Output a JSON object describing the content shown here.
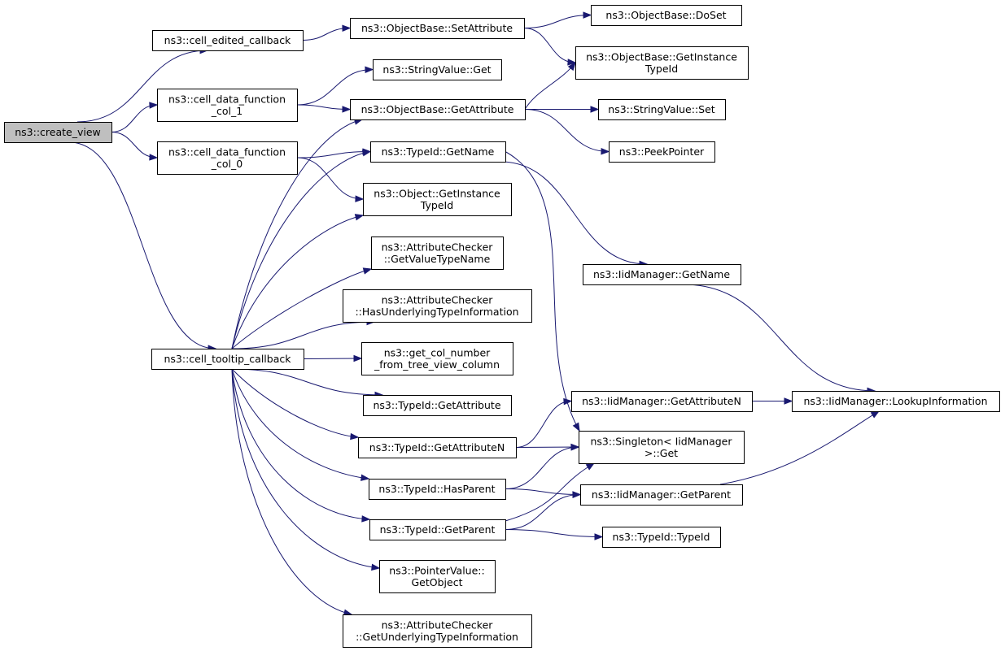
{
  "colors": {
    "edge": "#191970",
    "root_fill": "#bfbfbf",
    "node_fill": "#ffffff",
    "node_border": "#000000"
  },
  "nodes": [
    {
      "id": "create_view",
      "lines": [
        "ns3::create_view"
      ],
      "root": true
    },
    {
      "id": "cell_edited_callback",
      "lines": [
        "ns3::cell_edited_callback"
      ]
    },
    {
      "id": "cell_data_function_col_1",
      "lines": [
        "ns3::cell_data_function",
        "_col_1"
      ]
    },
    {
      "id": "cell_data_function_col_0",
      "lines": [
        "ns3::cell_data_function",
        "_col_0"
      ]
    },
    {
      "id": "cell_tooltip_callback",
      "lines": [
        "ns3::cell_tooltip_callback"
      ]
    },
    {
      "id": "ObjectBase_SetAttribute",
      "lines": [
        "ns3::ObjectBase::SetAttribute"
      ]
    },
    {
      "id": "StringValue_Get",
      "lines": [
        "ns3::StringValue::Get"
      ]
    },
    {
      "id": "ObjectBase_GetAttribute",
      "lines": [
        "ns3::ObjectBase::GetAttribute"
      ]
    },
    {
      "id": "TypeId_GetName",
      "lines": [
        "ns3::TypeId::GetName"
      ]
    },
    {
      "id": "Object_GetInstanceTypeId",
      "lines": [
        "ns3::Object::GetInstance",
        "TypeId"
      ]
    },
    {
      "id": "AttributeChecker_GetValueTypeName",
      "lines": [
        "ns3::AttributeChecker",
        "::GetValueTypeName"
      ]
    },
    {
      "id": "AttributeChecker_HasUnderlyingTypeInformation",
      "lines": [
        "ns3::AttributeChecker",
        "::HasUnderlyingTypeInformation"
      ]
    },
    {
      "id": "get_col_number_from_tree_view_column",
      "lines": [
        "ns3::get_col_number",
        "_from_tree_view_column"
      ]
    },
    {
      "id": "TypeId_GetAttribute",
      "lines": [
        "ns3::TypeId::GetAttribute"
      ]
    },
    {
      "id": "TypeId_GetAttributeN",
      "lines": [
        "ns3::TypeId::GetAttributeN"
      ]
    },
    {
      "id": "TypeId_HasParent",
      "lines": [
        "ns3::TypeId::HasParent"
      ]
    },
    {
      "id": "TypeId_GetParent",
      "lines": [
        "ns3::TypeId::GetParent"
      ]
    },
    {
      "id": "PointerValue_GetObject",
      "lines": [
        "ns3::PointerValue::",
        "GetObject"
      ]
    },
    {
      "id": "AttributeChecker_GetUnderlyingTypeInformation",
      "lines": [
        "ns3::AttributeChecker",
        "::GetUnderlyingTypeInformation"
      ]
    },
    {
      "id": "ObjectBase_DoSet",
      "lines": [
        "ns3::ObjectBase::DoSet"
      ]
    },
    {
      "id": "ObjectBase_GetInstanceTypeId",
      "lines": [
        "ns3::ObjectBase::GetInstance",
        "TypeId"
      ]
    },
    {
      "id": "StringValue_Set",
      "lines": [
        "ns3::StringValue::Set"
      ]
    },
    {
      "id": "PeekPointer",
      "lines": [
        "ns3::PeekPointer"
      ]
    },
    {
      "id": "IidManager_GetName",
      "lines": [
        "ns3::IidManager::GetName"
      ]
    },
    {
      "id": "IidManager_GetAttributeN",
      "lines": [
        "ns3::IidManager::GetAttributeN"
      ]
    },
    {
      "id": "Singleton_IidManager_Get",
      "lines": [
        "ns3::Singleton< IidManager",
        " >::Get"
      ]
    },
    {
      "id": "IidManager_GetParent",
      "lines": [
        "ns3::IidManager::GetParent"
      ]
    },
    {
      "id": "TypeId_TypeId",
      "lines": [
        "ns3::TypeId::TypeId"
      ]
    },
    {
      "id": "IidManager_LookupInformation",
      "lines": [
        "ns3::IidManager::LookupInformation"
      ]
    }
  ],
  "edges": [
    [
      "create_view",
      "cell_edited_callback"
    ],
    [
      "create_view",
      "cell_data_function_col_1"
    ],
    [
      "create_view",
      "cell_data_function_col_0"
    ],
    [
      "create_view",
      "cell_tooltip_callback"
    ],
    [
      "cell_edited_callback",
      "ObjectBase_SetAttribute"
    ],
    [
      "ObjectBase_SetAttribute",
      "ObjectBase_DoSet"
    ],
    [
      "ObjectBase_SetAttribute",
      "ObjectBase_GetInstanceTypeId"
    ],
    [
      "cell_data_function_col_1",
      "StringValue_Get"
    ],
    [
      "cell_data_function_col_1",
      "ObjectBase_GetAttribute"
    ],
    [
      "ObjectBase_GetAttribute",
      "ObjectBase_GetInstanceTypeId"
    ],
    [
      "ObjectBase_GetAttribute",
      "StringValue_Set"
    ],
    [
      "ObjectBase_GetAttribute",
      "PeekPointer"
    ],
    [
      "cell_data_function_col_0",
      "TypeId_GetName"
    ],
    [
      "cell_data_function_col_0",
      "Object_GetInstanceTypeId"
    ],
    [
      "TypeId_GetName",
      "IidManager_GetName"
    ],
    [
      "TypeId_GetName",
      "Singleton_IidManager_Get"
    ],
    [
      "IidManager_GetName",
      "IidManager_LookupInformation"
    ],
    [
      "cell_tooltip_callback",
      "ObjectBase_GetAttribute"
    ],
    [
      "cell_tooltip_callback",
      "TypeId_GetName"
    ],
    [
      "cell_tooltip_callback",
      "Object_GetInstanceTypeId"
    ],
    [
      "cell_tooltip_callback",
      "AttributeChecker_GetValueTypeName"
    ],
    [
      "cell_tooltip_callback",
      "AttributeChecker_HasUnderlyingTypeInformation"
    ],
    [
      "cell_tooltip_callback",
      "get_col_number_from_tree_view_column"
    ],
    [
      "cell_tooltip_callback",
      "TypeId_GetAttribute"
    ],
    [
      "cell_tooltip_callback",
      "TypeId_GetAttributeN"
    ],
    [
      "cell_tooltip_callback",
      "TypeId_HasParent"
    ],
    [
      "cell_tooltip_callback",
      "TypeId_GetParent"
    ],
    [
      "cell_tooltip_callback",
      "PointerValue_GetObject"
    ],
    [
      "cell_tooltip_callback",
      "AttributeChecker_GetUnderlyingTypeInformation"
    ],
    [
      "TypeId_GetAttributeN",
      "IidManager_GetAttributeN"
    ],
    [
      "TypeId_GetAttributeN",
      "Singleton_IidManager_Get"
    ],
    [
      "IidManager_GetAttributeN",
      "IidManager_LookupInformation"
    ],
    [
      "TypeId_HasParent",
      "Singleton_IidManager_Get"
    ],
    [
      "TypeId_HasParent",
      "IidManager_GetParent"
    ],
    [
      "TypeId_GetParent",
      "Singleton_IidManager_Get"
    ],
    [
      "TypeId_GetParent",
      "IidManager_GetParent"
    ],
    [
      "TypeId_GetParent",
      "TypeId_TypeId"
    ],
    [
      "IidManager_GetParent",
      "IidManager_LookupInformation"
    ]
  ]
}
